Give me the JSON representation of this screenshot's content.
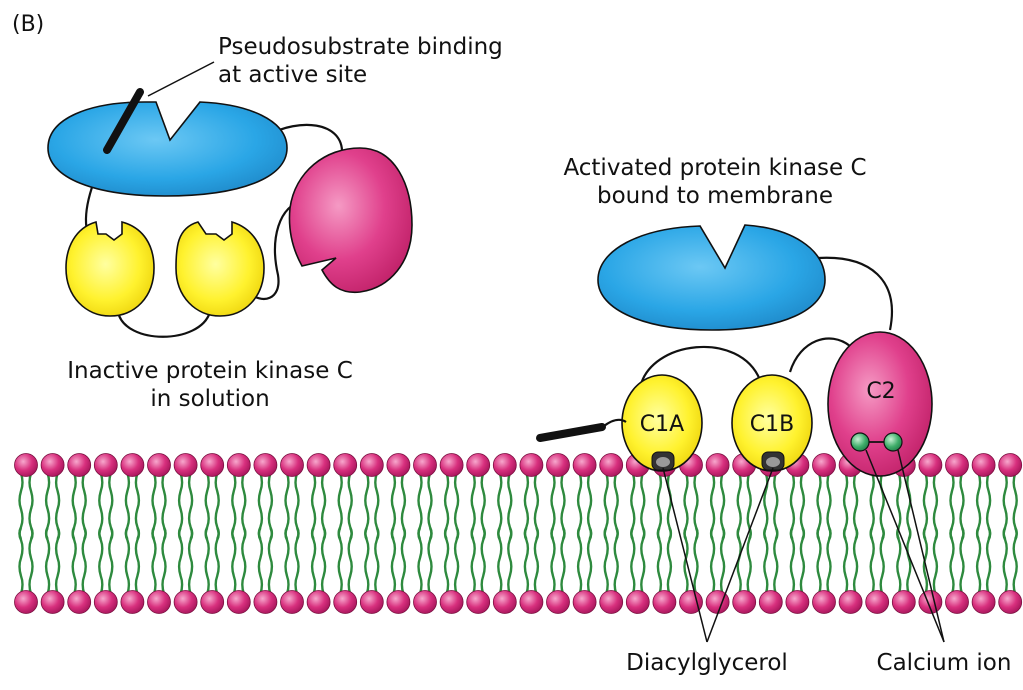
{
  "panel_label": "(B)",
  "labels": {
    "pseudosubstrate_line1": "Pseudosubstrate binding",
    "pseudosubstrate_line2": "at active site",
    "inactive_line1": "Inactive protein kinase C",
    "inactive_line2": "in solution",
    "activated_line1": "Activated protein kinase C",
    "activated_line2": "bound to membrane",
    "diacylglycerol": "Diacylglycerol",
    "calcium_ion": "Calcium ion"
  },
  "domains": {
    "c1a": "C1A",
    "c1b": "C1B",
    "c2": "C2"
  },
  "colors": {
    "kinase_domain": "#2aa6e6",
    "c1_domain": "#ffee2a",
    "c2_domain": "#e0408c",
    "lipid_head": "#d8307e",
    "lipid_tail": "#2e8a3e",
    "calcium": "#3fae6a",
    "diacylglycerol": "#555555"
  }
}
